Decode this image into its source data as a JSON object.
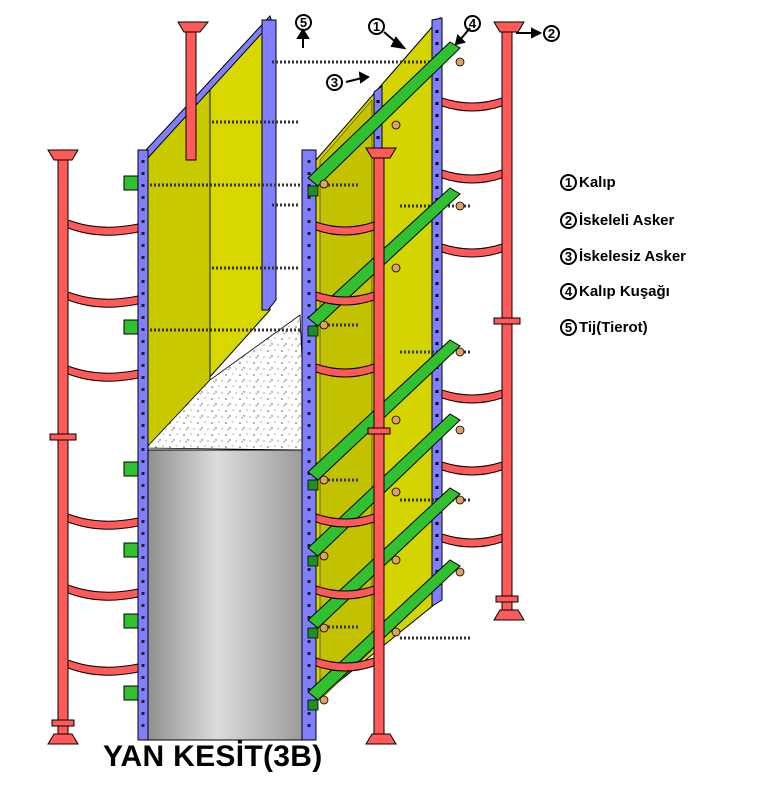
{
  "title": "YAN KESİT(3B)",
  "legend": [
    {
      "number": "1",
      "label": "Kalıp"
    },
    {
      "number": "2",
      "label": "İskeleli Asker"
    },
    {
      "number": "3",
      "label": "İskelesiz Asker"
    },
    {
      "number": "4",
      "label": "Kalıp Kuşağı"
    },
    {
      "number": "5",
      "label": "Tij(Tierot)"
    }
  ],
  "callouts": {
    "c1": "1",
    "c2": "2",
    "c3": "3",
    "c4": "4",
    "c5": "5"
  },
  "colors": {
    "prop_red": "#ff5a5a",
    "waler_green": "#2fbf2f",
    "panel_yellow": "#dddd00",
    "frame_blue": "#7f7fff",
    "concrete_gray": "#b8b8b8",
    "tie_rod": "#555555",
    "nut_orange": "#e0a060"
  }
}
